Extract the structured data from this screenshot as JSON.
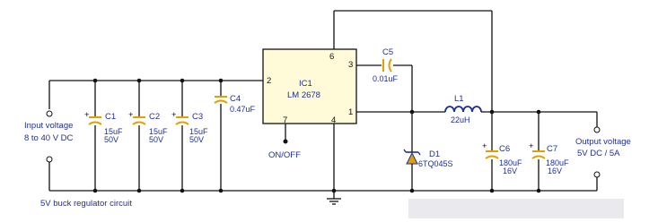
{
  "diagram": {
    "ic": {
      "name": "IC1",
      "part": "LM 2678",
      "pins": [
        "2",
        "6",
        "3",
        "1",
        "7",
        "4"
      ]
    },
    "input": {
      "label_line1": "Input voltage",
      "label_line2": "8 to 40 V DC"
    },
    "output": {
      "label_line1": "Output voltage",
      "label_line2": "5V DC / 5A"
    },
    "caption": "5V buck regulator circuit",
    "on_off": "ON/OFF",
    "capacitors": [
      {
        "name": "C1",
        "value1": "15uF",
        "value2": "50V"
      },
      {
        "name": "C2",
        "value1": "15uF",
        "value2": "50V"
      },
      {
        "name": "C3",
        "value1": "15uF",
        "value2": "50V"
      },
      {
        "name": "C4",
        "value1": "0.47uF",
        "value2": ""
      },
      {
        "name": "C5",
        "value1": "0.01uF",
        "value2": ""
      },
      {
        "name": "C6",
        "value1": "180uF",
        "value2": "16V"
      },
      {
        "name": "C7",
        "value1": "180uF",
        "value2": "16V"
      }
    ],
    "inductor": {
      "name": "L1",
      "value": "22uH"
    },
    "diode": {
      "name": "D1",
      "part": "6TQ045S"
    },
    "colors": {
      "wire": "#111111",
      "label": "#1e2f9a",
      "capacitor": "#e0a000",
      "ic_fill": "#fffbd9"
    }
  }
}
